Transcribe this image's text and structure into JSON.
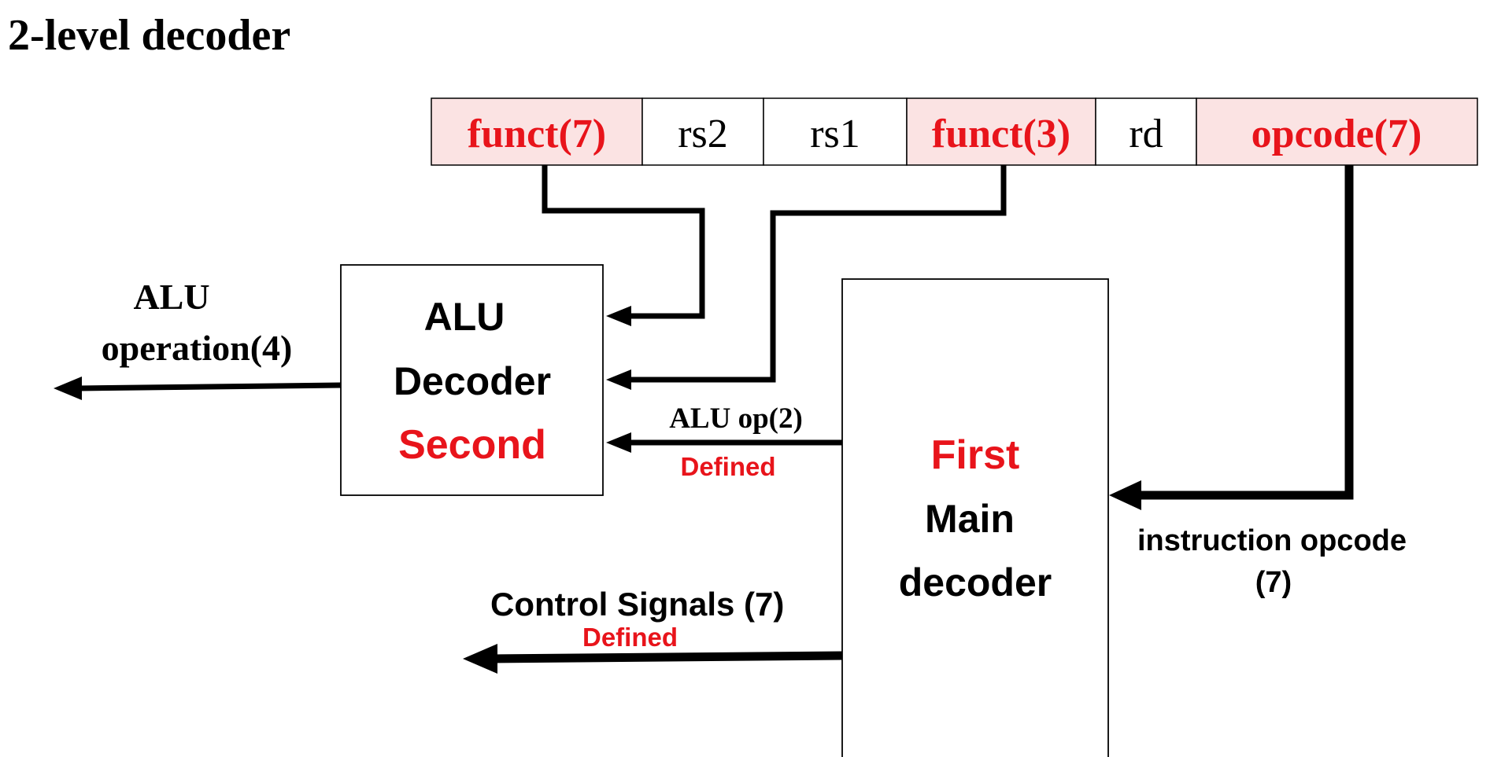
{
  "title": "2-level decoder",
  "instruction_fields": [
    {
      "label": "funct(7)",
      "highlight": true
    },
    {
      "label": "rs2",
      "highlight": false
    },
    {
      "label": "rs1",
      "highlight": false
    },
    {
      "label": "funct(3)",
      "highlight": true
    },
    {
      "label": "rd",
      "highlight": false
    },
    {
      "label": "opcode(7)",
      "highlight": true
    }
  ],
  "alu_decoder": {
    "line1": "ALU",
    "line2": "Decoder",
    "line3": "Second"
  },
  "main_decoder": {
    "line1": "First",
    "line2": "Main",
    "line3": "decoder"
  },
  "signals": {
    "alu_operation_line1": "ALU",
    "alu_operation_line2": "operation(4)",
    "alu_op": "ALU op(2)",
    "alu_op_note": "Defined",
    "control_signals": "Control Signals (7)",
    "control_signals_note": "Defined",
    "instruction_opcode_line1": "instruction opcode",
    "instruction_opcode_line2": "(7)"
  },
  "colors": {
    "highlight_text": "#e8141b",
    "highlight_fill": "#fbe3e3",
    "line": "#000000"
  }
}
